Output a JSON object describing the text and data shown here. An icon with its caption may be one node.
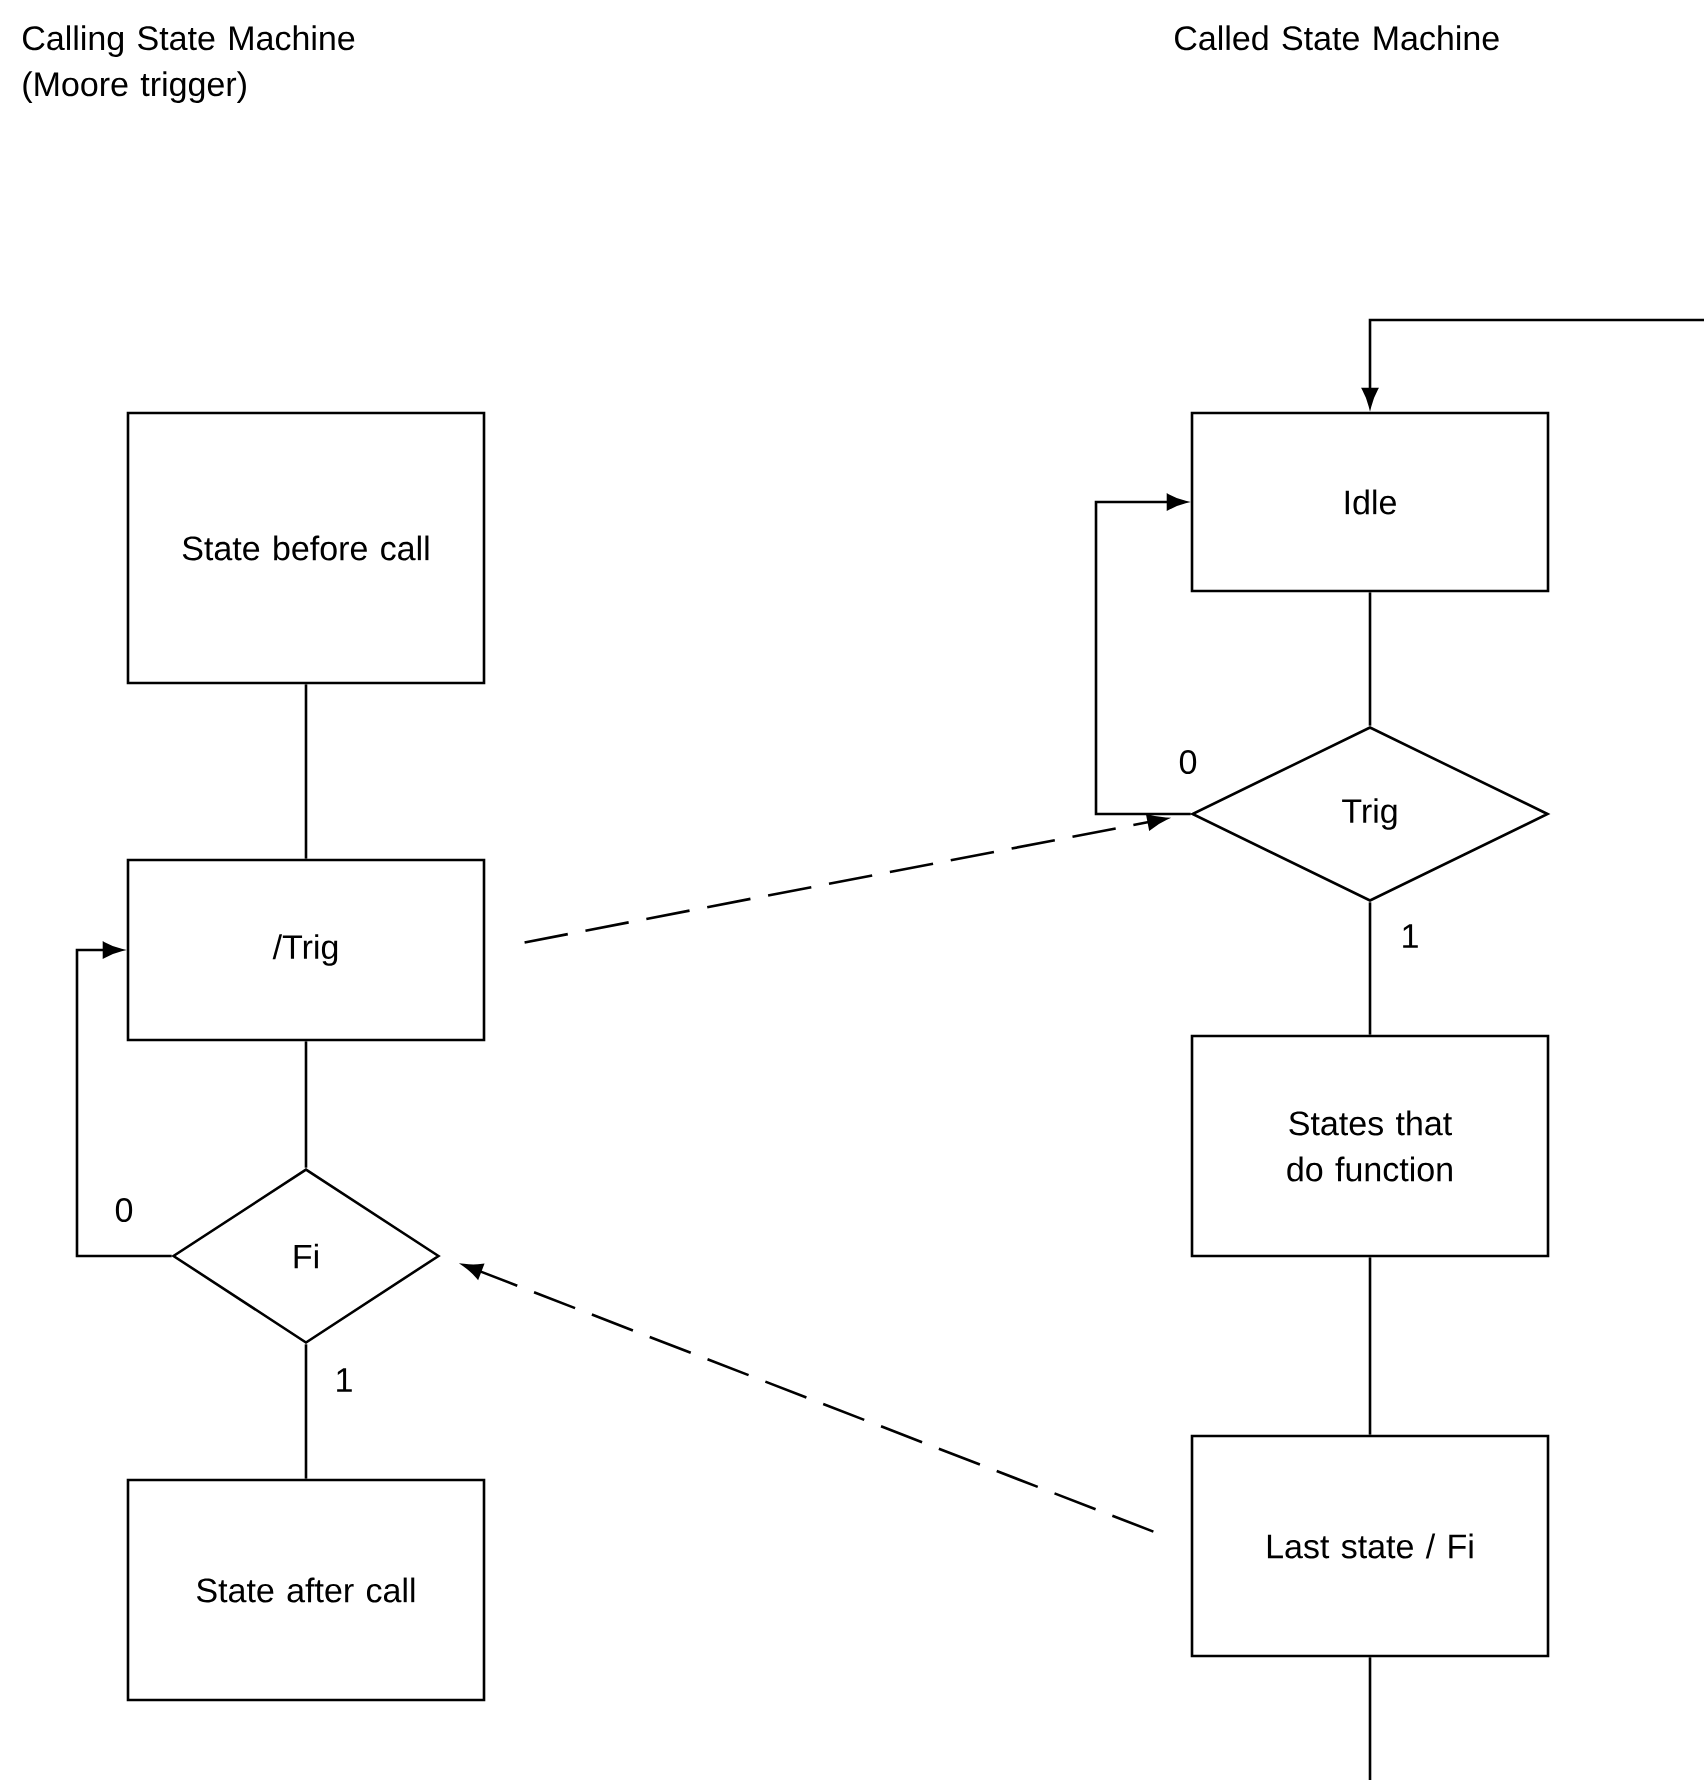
{
  "diagram": {
    "nodes": [
      {
        "text": [
          "State before call"
        ]
      },
      {
        "text": [
          "/Trig"
        ]
      },
      {
        "text": [
          "Fi"
        ]
      },
      {
        "text": [
          "State after call"
        ]
      },
      {
        "text": [
          "Idle"
        ]
      },
      {
        "text": [
          "Trig"
        ]
      },
      {
        "text": [
          "States that do function"
        ]
      },
      {
        "text": [
          "Last state / Fi"
        ]
      }
    ],
    "edges": [
      {
        "from": 0,
        "to": 1,
        "arrow": "none"
      },
      {
        "from": 1,
        "to": 2,
        "arrow": "none"
      },
      {
        "from": 2,
        "to": 1,
        "arrow": "to",
        "label": "0"
      },
      {
        "from": 2,
        "to": 3,
        "arrow": "none",
        "label": "1"
      },
      {
        "from": null,
        "to": 4,
        "arrow": "to"
      },
      {
        "from": 4,
        "to": 5,
        "arrow": "none"
      },
      {
        "from": 5,
        "to": 4,
        "arrow": "to",
        "label": "0"
      },
      {
        "from": 5,
        "to": 6,
        "arrow": "none",
        "label": "1"
      },
      {
        "from": 6,
        "to": 7,
        "arrow": "none"
      },
      {
        "from": 7,
        "to": null,
        "arrow": "none"
      },
      {
        "from": 1,
        "to": 5,
        "arrow": "to",
        "style": "dashed"
      },
      {
        "from": 7,
        "to": 2,
        "arrow": "to",
        "style": "dashed"
      }
    ],
    "labels": [
      "Calling State Machine (Moore trigger)",
      "Called State Machine"
    ]
  }
}
